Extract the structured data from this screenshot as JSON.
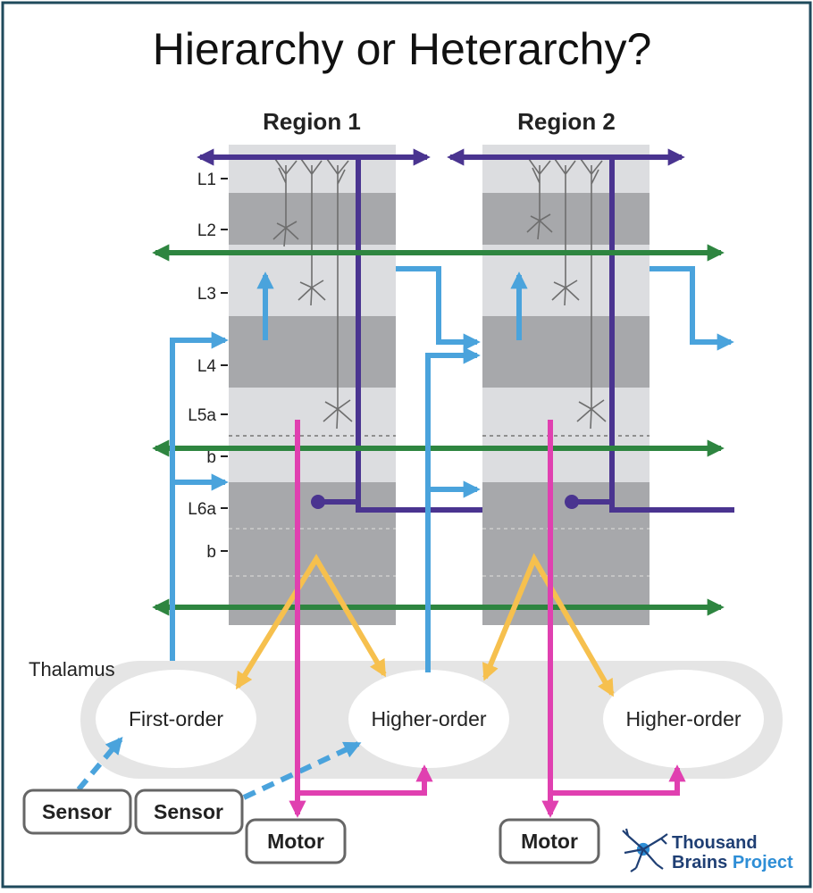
{
  "title": "Hierarchy or Heterarchy?",
  "regions": [
    {
      "label": "Region 1"
    },
    {
      "label": "Region 2"
    }
  ],
  "layers": [
    {
      "label": "L1"
    },
    {
      "label": "L2"
    },
    {
      "label": "L3"
    },
    {
      "label": "L4"
    },
    {
      "label": "L5a"
    },
    {
      "label": "b"
    },
    {
      "label": "L6a"
    },
    {
      "label": "b"
    }
  ],
  "thalamus": {
    "label": "Thalamus",
    "nuclei": [
      {
        "label": "First-order"
      },
      {
        "label": "Higher-order"
      },
      {
        "label": "Higher-order"
      }
    ]
  },
  "inputs": [
    {
      "label": "Sensor"
    },
    {
      "label": "Sensor"
    }
  ],
  "outputs": [
    {
      "label": "Motor"
    },
    {
      "label": "Motor"
    }
  ],
  "logo": {
    "line1": "Thousand",
    "line2a": "Brains",
    "line2b": "Project"
  },
  "colors": {
    "border": "#1f4a5c",
    "column_light": "#dcdde0",
    "column_dark": "#a7a8ab",
    "thalamus": "#e5e5e5",
    "purple": "#4a3490",
    "green": "#2e8540",
    "blue": "#4aa3dc",
    "magenta": "#e040b0",
    "yellow": "#f6c04e",
    "neuron": "#6e6e6e",
    "logo_navy": "#1f3f74",
    "logo_blue": "#2e8ed6"
  }
}
